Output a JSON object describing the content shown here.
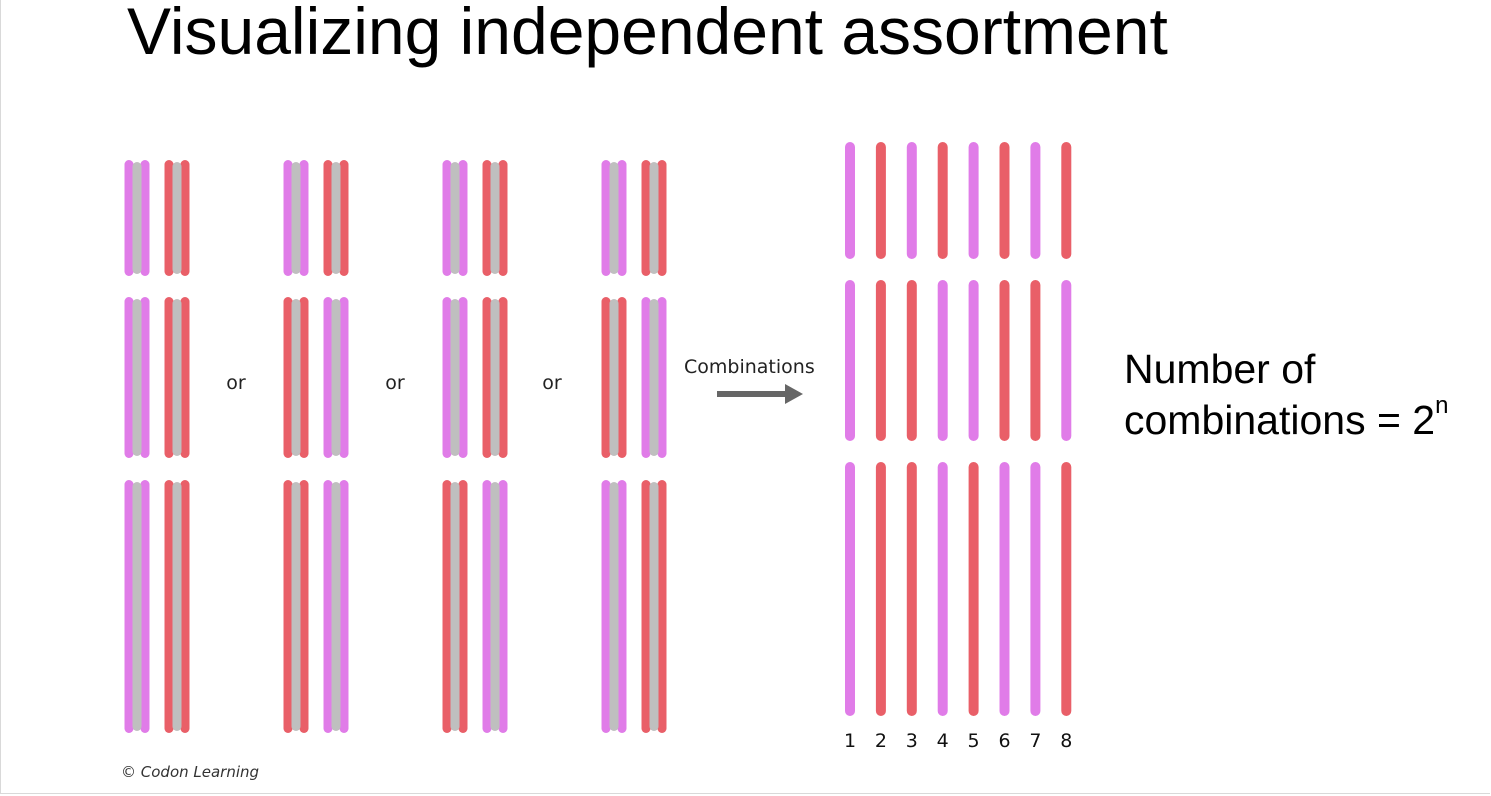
{
  "title": "Visualizing independent assortment",
  "connector_word": "or",
  "combinations_label": "Combinations",
  "formula": {
    "text": "Number of",
    "text2": "combinations = 2",
    "exponent": "n"
  },
  "credit": "© Codon Learning",
  "colors": {
    "magenta": "#e07ce8",
    "red": "#e95f68",
    "gray": "#bfbfbf",
    "arrow": "#666666"
  },
  "arrangements": [
    {
      "pairs": [
        [
          "magenta",
          "red"
        ],
        [
          "magenta",
          "red"
        ],
        [
          "magenta",
          "red"
        ]
      ]
    },
    {
      "pairs": [
        [
          "magenta",
          "red"
        ],
        [
          "red",
          "magenta"
        ],
        [
          "red",
          "magenta"
        ]
      ]
    },
    {
      "pairs": [
        [
          "magenta",
          "red"
        ],
        [
          "magenta",
          "red"
        ],
        [
          "red",
          "magenta"
        ]
      ]
    },
    {
      "pairs": [
        [
          "magenta",
          "red"
        ],
        [
          "red",
          "magenta"
        ],
        [
          "magenta",
          "red"
        ]
      ]
    }
  ],
  "combinations": [
    {
      "number": "1",
      "chromosomes": [
        "magenta",
        "magenta",
        "magenta"
      ]
    },
    {
      "number": "2",
      "chromosomes": [
        "red",
        "red",
        "red"
      ]
    },
    {
      "number": "3",
      "chromosomes": [
        "magenta",
        "red",
        "red"
      ]
    },
    {
      "number": "4",
      "chromosomes": [
        "red",
        "magenta",
        "magenta"
      ]
    },
    {
      "number": "5",
      "chromosomes": [
        "magenta",
        "magenta",
        "red"
      ]
    },
    {
      "number": "6",
      "chromosomes": [
        "red",
        "red",
        "magenta"
      ]
    },
    {
      "number": "7",
      "chromosomes": [
        "magenta",
        "red",
        "magenta"
      ]
    },
    {
      "number": "8",
      "chromosomes": [
        "red",
        "magenta",
        "red"
      ]
    }
  ]
}
